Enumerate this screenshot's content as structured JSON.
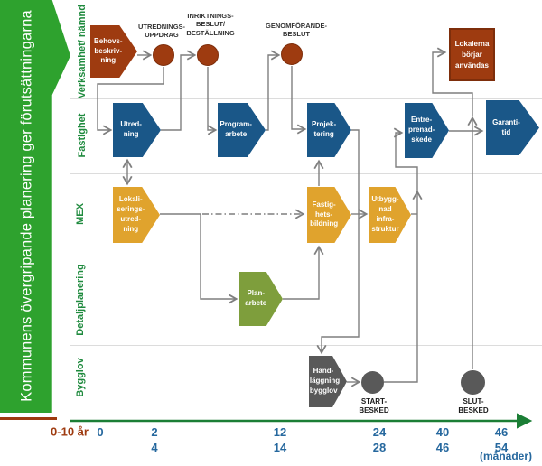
{
  "colors": {
    "banner-green": "#2EA22E",
    "label-green": "#1F8A3E",
    "rust": "#9E3B10",
    "rust-dark": "#7E2E0B",
    "blue": "#1A5788",
    "orange": "#E0A32D",
    "olive": "#7E9E3C",
    "gray-shape": "#595959",
    "line-gray": "#7F7F7F",
    "separator": "#DCDCDC",
    "timeline-green": "#1B7E35",
    "number-blue": "#26689E",
    "darkred-text": "#9E3A0F",
    "milestone-text": "#333333"
  },
  "banner": {
    "text": "Kommunens övergripande planering ger förutsättningarna",
    "period": "0-10 år"
  },
  "rows": [
    {
      "label": "Verksamhet/ nämnd"
    },
    {
      "label": "Fastighet"
    },
    {
      "label": "MEX"
    },
    {
      "label": "Detaljplanering"
    },
    {
      "label": "Bygglov"
    }
  ],
  "milestones": [
    {
      "label": "UTREDNINGS-\nUPPDRAG"
    },
    {
      "label": "INRIKTNINGS-\nBESLUT/\nBESTÄLLNING"
    },
    {
      "label": "GENOMFÖRANDE-\nBESLUT"
    }
  ],
  "shapes": {
    "behovsbeskrivning": {
      "text": "Behovs-\nbeskriv-\nning"
    },
    "utredning": {
      "text": "Utred-\nning"
    },
    "programarbete": {
      "text": "Program-\narbete"
    },
    "projektering": {
      "text": "Projek-\ntering"
    },
    "entreprenadskede": {
      "text": "Entre-\nprenad-\nskede"
    },
    "garantitid": {
      "text": "Garanti-\ntid"
    },
    "lokaliseringsutredning": {
      "text": "Lokali-\nserings-\nutred-\nning"
    },
    "fastighetsbildning": {
      "text": "Fastig-\nhets-\nbildning"
    },
    "utbyggnad_infrastruktur": {
      "text": "Utbygg-\nnad\ninfra-\nstruktur"
    },
    "planarbete": {
      "text": "Plan-\narbete"
    },
    "handlaggning_bygglov": {
      "text": "Hand-\nläggning\nbygglov"
    },
    "lokalerna": {
      "text": "Lokalerna\nbörjar\nanvändas"
    }
  },
  "events": {
    "startbesked": {
      "label": "START-\nBESKED"
    },
    "slutbesked": {
      "label": "SLUT-\nBESKED"
    }
  },
  "timeline": {
    "ticks": [
      "0",
      "2\n4",
      "12\n14",
      "24\n28",
      "40\n46",
      "46\n54"
    ],
    "unit": "(månader)"
  }
}
